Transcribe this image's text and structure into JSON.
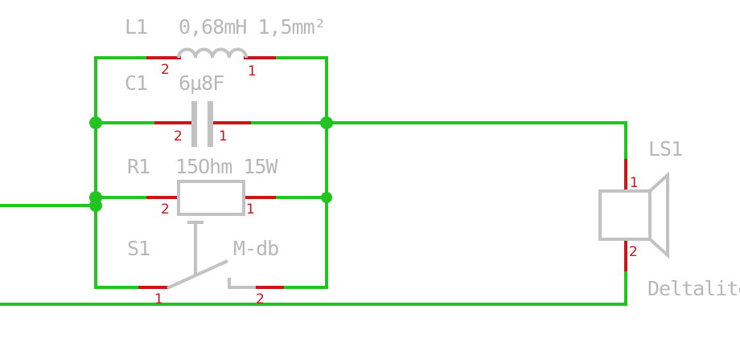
{
  "colors": {
    "wire": "#22c41f",
    "pin": "#c8161d",
    "component_body": "#c2c2c2",
    "label_text": "#b8b8b8"
  },
  "components": {
    "L1": {
      "name": "L1",
      "value": "0,68mH 1,5mm²",
      "pin_left": "2",
      "pin_right": "1",
      "symbol": "inductor-icon"
    },
    "C1": {
      "name": "C1",
      "value": "6µ8F",
      "pin_left": "2",
      "pin_right": "1",
      "symbol": "capacitor-icon"
    },
    "R1": {
      "name": "R1",
      "value": "15Ohm 15W",
      "pin_left": "2",
      "pin_right": "1",
      "symbol": "resistor-icon"
    },
    "S1": {
      "name": "S1",
      "value": "M-db",
      "pin_left": "1",
      "pin_right": "2",
      "symbol": "switch-icon"
    },
    "LS1": {
      "name": "LS1",
      "value": "Deltalite",
      "pin_top": "1",
      "pin_bottom": "2",
      "symbol": "speaker-icon"
    }
  }
}
